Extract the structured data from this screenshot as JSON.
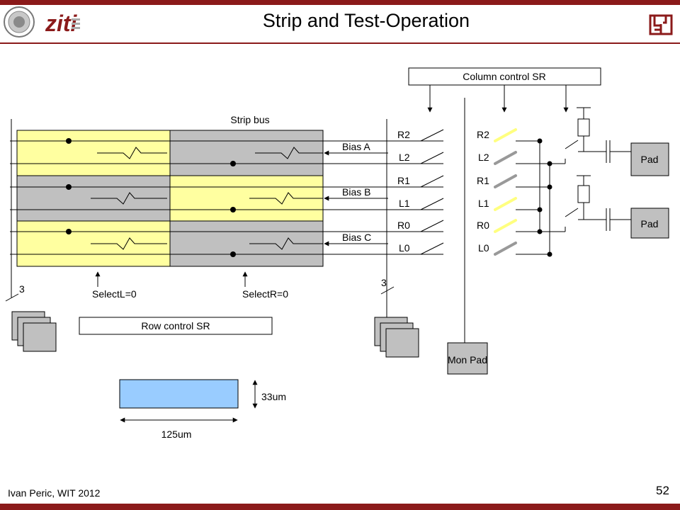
{
  "header": {
    "title": "Strip and Test-Operation",
    "logo_text": "ziti"
  },
  "footer": {
    "author": "Ivan Peric, WIT 2012",
    "page_number": "52"
  },
  "diagram": {
    "column_control": "Column control SR",
    "strip_bus": "Strip bus",
    "bias": [
      "Bias A",
      "Bias B",
      "Bias C"
    ],
    "switch_labels": [
      "R2",
      "L2",
      "R1",
      "L1",
      "R0",
      "L0"
    ],
    "bus_width_left": "3",
    "bus_width_mid": "3",
    "select_left": "SelectL=0",
    "select_right": "SelectR=0",
    "row_control": "Row control SR",
    "pad": "Pad",
    "mon_pad": "Mon Pad",
    "dim_height": "33um",
    "dim_width": "125um"
  },
  "colors": {
    "brand": "#8b1a1a",
    "cell_yellow": "#ffffa0",
    "cell_gray": "#c0c0c0",
    "pixel_blue": "#99ccff",
    "switch_closed": "#ffff80",
    "switch_open": "#999999"
  }
}
